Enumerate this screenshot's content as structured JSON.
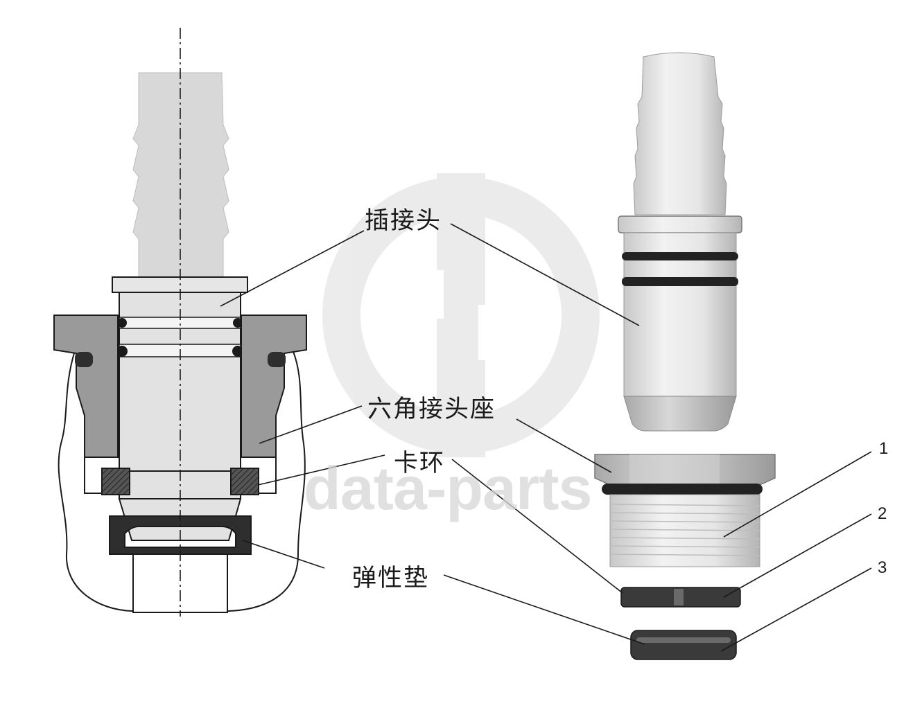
{
  "labels": {
    "plug": "插接头",
    "hex_base": "六角接头座",
    "clamp_ring": "卡环",
    "elastic_gasket": "弹性垫"
  },
  "numbers": {
    "n1": "1",
    "n2": "2",
    "n3": "3"
  },
  "watermark": {
    "text": "data-parts"
  },
  "colors": {
    "line": "#1a1a1a",
    "part_light": "#e0e0e0",
    "part_mid": "#c8c8c8",
    "part_dark": "#8a8a8a",
    "seal": "#2e2e2e",
    "watermark": "#d6d6d6"
  }
}
